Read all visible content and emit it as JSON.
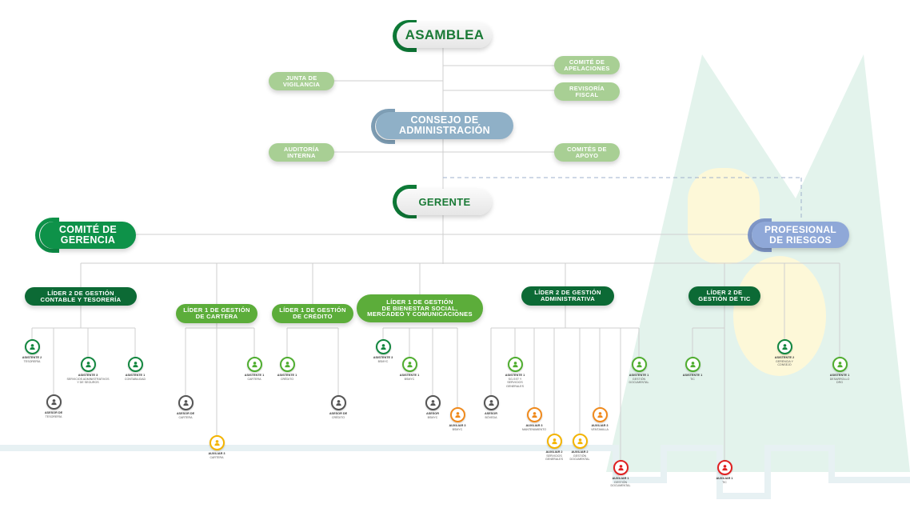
{
  "colors": {
    "main_text": "#1a7a36",
    "light_green": "#a8cf94",
    "council_blue": "#8fb0c7",
    "risk_blue": "#8fa8d8",
    "dark_green": "#0c6a35",
    "mid_green": "#5cad3a",
    "committee_green": "#0e9249",
    "person_dark_green": "#12873f",
    "person_light_green": "#4fae2f",
    "person_gray": "#555555",
    "person_orange": "#f08a1c",
    "person_yellow": "#f4b400",
    "person_red": "#e02020",
    "watermark_mountain": "#e3f3ec",
    "watermark_letters": "#fdf8d8"
  },
  "top": {
    "asamblea": "ASAMBLEA",
    "junta": [
      "JUNTA DE",
      "VIGILANCIA"
    ],
    "apelaciones": [
      "COMITÉ DE",
      "APELACIONES"
    ],
    "revisoria": [
      "REVISORÍA",
      "FISCAL"
    ],
    "consejo": [
      "CONSEJO DE",
      "ADMINISTRACIÓN"
    ],
    "auditoria": [
      "AUDITORÍA",
      "INTERNA"
    ],
    "comites_apoyo": [
      "COMITÉS DE",
      "APOYO"
    ],
    "gerente": "GERENTE",
    "comite_gerencia": [
      "COMITÉ DE",
      "GERENCIA"
    ],
    "profesional_riesgos": [
      "PROFESIONAL",
      "DE RIESGOS"
    ]
  },
  "leaders": {
    "contable": [
      "LÍDER 2 DE GESTIÓN",
      "CONTABLE Y TESORERÍA"
    ],
    "cartera": [
      "LÍDER 1 DE GESTIÓN",
      "DE CARTERA"
    ],
    "credito": [
      "LÍDER 1 DE GESTIÓN",
      "DE CRÉDITO"
    ],
    "bienestar": [
      "LÍDER 1 DE GESTIÓN",
      "DE BIENESTAR SOCIAL,",
      "MERCADEO Y COMUNICACIONES"
    ],
    "administrativa": [
      "LÍDER 2 DE GESTIÓN",
      "ADMINISTRATIVA"
    ],
    "tic": [
      "LÍDER 2 DE",
      "GESTIÓN DE TIC"
    ]
  },
  "people": [
    {
      "id": "p1",
      "title": "ASISTENTE 2",
      "sub": [
        "TESORERÍA"
      ],
      "color": "person_dark_green"
    },
    {
      "id": "p2",
      "title": "ASESOR DE",
      "sub": [
        "TESORERÍA"
      ],
      "color": "person_gray"
    },
    {
      "id": "p3",
      "title": "ASISTENTE 3",
      "sub": [
        "SERVICIOS ADMINISTRATIVOS",
        "Y DE SEGUROS"
      ],
      "color": "person_dark_green"
    },
    {
      "id": "p4",
      "title": "ASISTENTE 1",
      "sub": [
        "CONTABILIDAD"
      ],
      "color": "person_dark_green"
    },
    {
      "id": "p5",
      "title": "ASESOR DE",
      "sub": [
        "CARTERA"
      ],
      "color": "person_gray"
    },
    {
      "id": "p6",
      "title": "AUXILIAR 3",
      "sub": [
        "CARTERA"
      ],
      "color": "person_yellow"
    },
    {
      "id": "p7",
      "title": "ASISTENTE 1",
      "sub": [
        "CARTERA"
      ],
      "color": "person_light_green"
    },
    {
      "id": "p8",
      "title": "ASISTENTE 1",
      "sub": [
        "CRÉDITO"
      ],
      "color": "person_light_green"
    },
    {
      "id": "p9",
      "title": "ASESOR DE",
      "sub": [
        "CRÉDITO"
      ],
      "color": "person_gray"
    },
    {
      "id": "p10",
      "title": "ASISTENTE 3",
      "sub": [
        "BSMYC"
      ],
      "color": "person_dark_green"
    },
    {
      "id": "p11",
      "title": "ASISTENTE 1",
      "sub": [
        "BSMYC"
      ],
      "color": "person_light_green"
    },
    {
      "id": "p12",
      "title": "ASESOR",
      "sub": [
        "BSMYC"
      ],
      "color": "person_gray"
    },
    {
      "id": "p13",
      "title": "AUXILIAR 3",
      "sub": [
        "BSMYC"
      ],
      "color": "person_orange"
    },
    {
      "id": "p14",
      "title": "ASESOR",
      "sub": [
        "BÓVEDA"
      ],
      "color": "person_gray"
    },
    {
      "id": "p15",
      "title": "ASISTENTE 1",
      "sub": [
        "SG-SST Y",
        "SERVICIOS",
        "GENERALES"
      ],
      "color": "person_light_green"
    },
    {
      "id": "p16",
      "title": "AUXILIAR 3",
      "sub": [
        "MANTENIMIENTO"
      ],
      "color": "person_orange"
    },
    {
      "id": "p17",
      "title": "AUXILIAR 2",
      "sub": [
        "SERVICIOS",
        "GENERALES"
      ],
      "color": "person_yellow"
    },
    {
      "id": "p18",
      "title": "AUXILIAR 2",
      "sub": [
        "GESTIÓN",
        "DOCUMENTAL"
      ],
      "color": "person_yellow"
    },
    {
      "id": "p19",
      "title": "AUXILIAR 3",
      "sub": [
        "VENTANILLA"
      ],
      "color": "person_orange"
    },
    {
      "id": "p20",
      "title": "AUXILIAR 1",
      "sub": [
        "GESTIÓN",
        "DOCUMENTAL"
      ],
      "color": "person_red"
    },
    {
      "id": "p21",
      "title": "ASISTENTE 1",
      "sub": [
        "GESTIÓN",
        "DOCUMENTAL"
      ],
      "color": "person_light_green"
    },
    {
      "id": "p22",
      "title": "ASISTENTE 1",
      "sub": [
        "TIC"
      ],
      "color": "person_light_green"
    },
    {
      "id": "p23",
      "title": "AUXILIAR 1",
      "sub": [
        "TIC"
      ],
      "color": "person_red"
    },
    {
      "id": "p24",
      "title": "ASISTENTE 2",
      "sub": [
        "GERENCIA Y",
        "CONSEJO"
      ],
      "color": "person_dark_green"
    },
    {
      "id": "p25",
      "title": "ASISTENTE 1",
      "sub": [
        "DESARROLLO",
        "DRG"
      ],
      "color": "person_light_green"
    }
  ]
}
